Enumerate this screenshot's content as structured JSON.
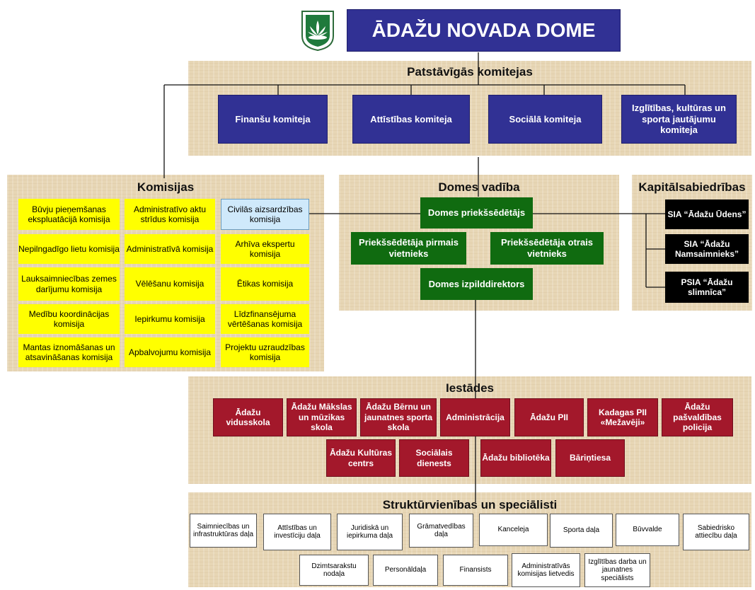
{
  "header": {
    "title": "ĀDAŽU NOVADA DOME",
    "logo_icon": "adazi-coat-of-arms-icon"
  },
  "colors": {
    "title_blue": "#313194",
    "committee_blue": "#313194",
    "commission_yellow": "#ffff00",
    "leadership_green": "#106b10",
    "company_black": "#000000",
    "institution_red": "#a3182b",
    "panel_beige": "#e7d6b5"
  },
  "committees": {
    "title": "Patstāvīgās komitejas",
    "items": [
      "Finanšu komiteja",
      "Attīstības komiteja",
      "Sociālā komiteja",
      "Izglītības, kultūras un sporta jautājumu komiteja"
    ]
  },
  "commissions": {
    "title": "Komisijas",
    "items": [
      "Būvju pieņemšanas ekspluatācijā komisija",
      "Administratīvo aktu strīdus komisija",
      "Civilās aizsardzības komisija",
      "Nepilngadīgo lietu komisija",
      "Administratīvā komisija",
      "Arhīva ekspertu komisija",
      "Lauksaimniecības zemes darījumu komisija",
      "Vēlēšanu komisija",
      "Ētikas komisija",
      "Medību koordinācijas komisija",
      "Iepirkumu komisija",
      "Līdzfinansējuma vērtēšanas komisija",
      "Mantas iznomāšanas un atsavināšanas komisija",
      "Apbalvojumu komisija",
      "Projektu uzraudzības komisija"
    ]
  },
  "leadership": {
    "title": "Domes vadība",
    "chair": "Domes priekšsēdētājs",
    "first_deputy": "Priekšsēdētāja pirmais vietnieks",
    "second_deputy": "Priekšsēdētāja otrais vietnieks",
    "executive_director": "Domes izpilddirektors"
  },
  "companies": {
    "title": "Kapitālsabiedrības",
    "items": [
      "SIA “Ādažu Ūdens”",
      "SIA “Ādažu Namsaimnieks”",
      "PSIA “Ādažu slimnīca”"
    ]
  },
  "institutions": {
    "title": "Iestādes",
    "row1": [
      "Ādažu vidusskola",
      "Ādažu Mākslas un mūzikas skola",
      "Ādažu Bērnu un jaunatnes sporta skola",
      "Administrācija",
      "Ādažu PII",
      "Kadagas PII «Mežavēji»",
      "Ādažu pašvaldības policija"
    ],
    "row2": [
      "Ādažu Kultūras centrs",
      "Sociālais dienests",
      "Ādažu bibliotēka",
      "Bāriņtiesa"
    ]
  },
  "units": {
    "title": "Struktūrvienības un speciālisti",
    "row1": [
      "Saimniecības un infrastruktūras daļa",
      "Attīstības un investīciju daļa",
      "Juridiskā un iepirkuma daļa",
      "Grāmatvedības daļa",
      "Kanceleja",
      "Sporta daļa",
      "Būvvalde",
      "Sabiedrisko attiecību daļa"
    ],
    "row2": [
      "Dzimtsarakstu nodaļa",
      "Personāldaļa",
      "Finansists",
      "Administratīvās komisijas lietvedis",
      "Izglītības darba un jaunatnes speciālists"
    ]
  }
}
